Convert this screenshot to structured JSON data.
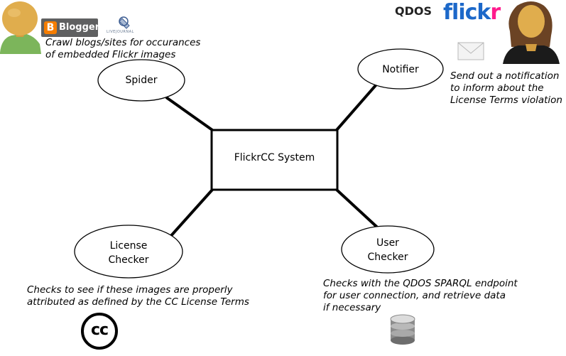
{
  "diagram": {
    "center": {
      "label": "FlickrCC System"
    },
    "nodes": {
      "spider": {
        "label": "Spider"
      },
      "notifier": {
        "label": "Notifier"
      },
      "license_checker": {
        "line1": "License",
        "line2": "Checker"
      },
      "user_checker": {
        "line1": "User",
        "line2": "Checker"
      }
    },
    "notes": {
      "spider": [
        "Crawl blogs/sites for occurances",
        "of embedded Flickr images"
      ],
      "notifier": [
        "Send out a notification",
        "to inform about the",
        "License Terms violation"
      ],
      "license_checker": [
        "Checks to see if these images are properly",
        "attributed as defined by the CC License Terms"
      ],
      "user_checker": [
        "Checks with the QDOS SPARQL endpoint",
        "for user connection, and retrieve data",
        "if necessary"
      ]
    }
  },
  "logos": {
    "blogger": "Blogger",
    "blogger_letter": "B",
    "livejournal": "LIVEJOURNAL",
    "qdos": "QDOS",
    "flickr_part1": "flick",
    "flickr_part2": "r",
    "cc": "cc"
  },
  "icons": [
    "blogger-user-avatar",
    "livejournal-icon",
    "flickr-user-avatar",
    "envelope-icon",
    "creative-commons-icon",
    "database-icon"
  ],
  "colors": {
    "avatar_skin": "#e0ad4d",
    "avatar_shirt": "#7cb55b",
    "flickr_blue": "#1c68c9",
    "flickr_pink": "#ff1b8d",
    "blogger_orange": "#f57d00"
  }
}
